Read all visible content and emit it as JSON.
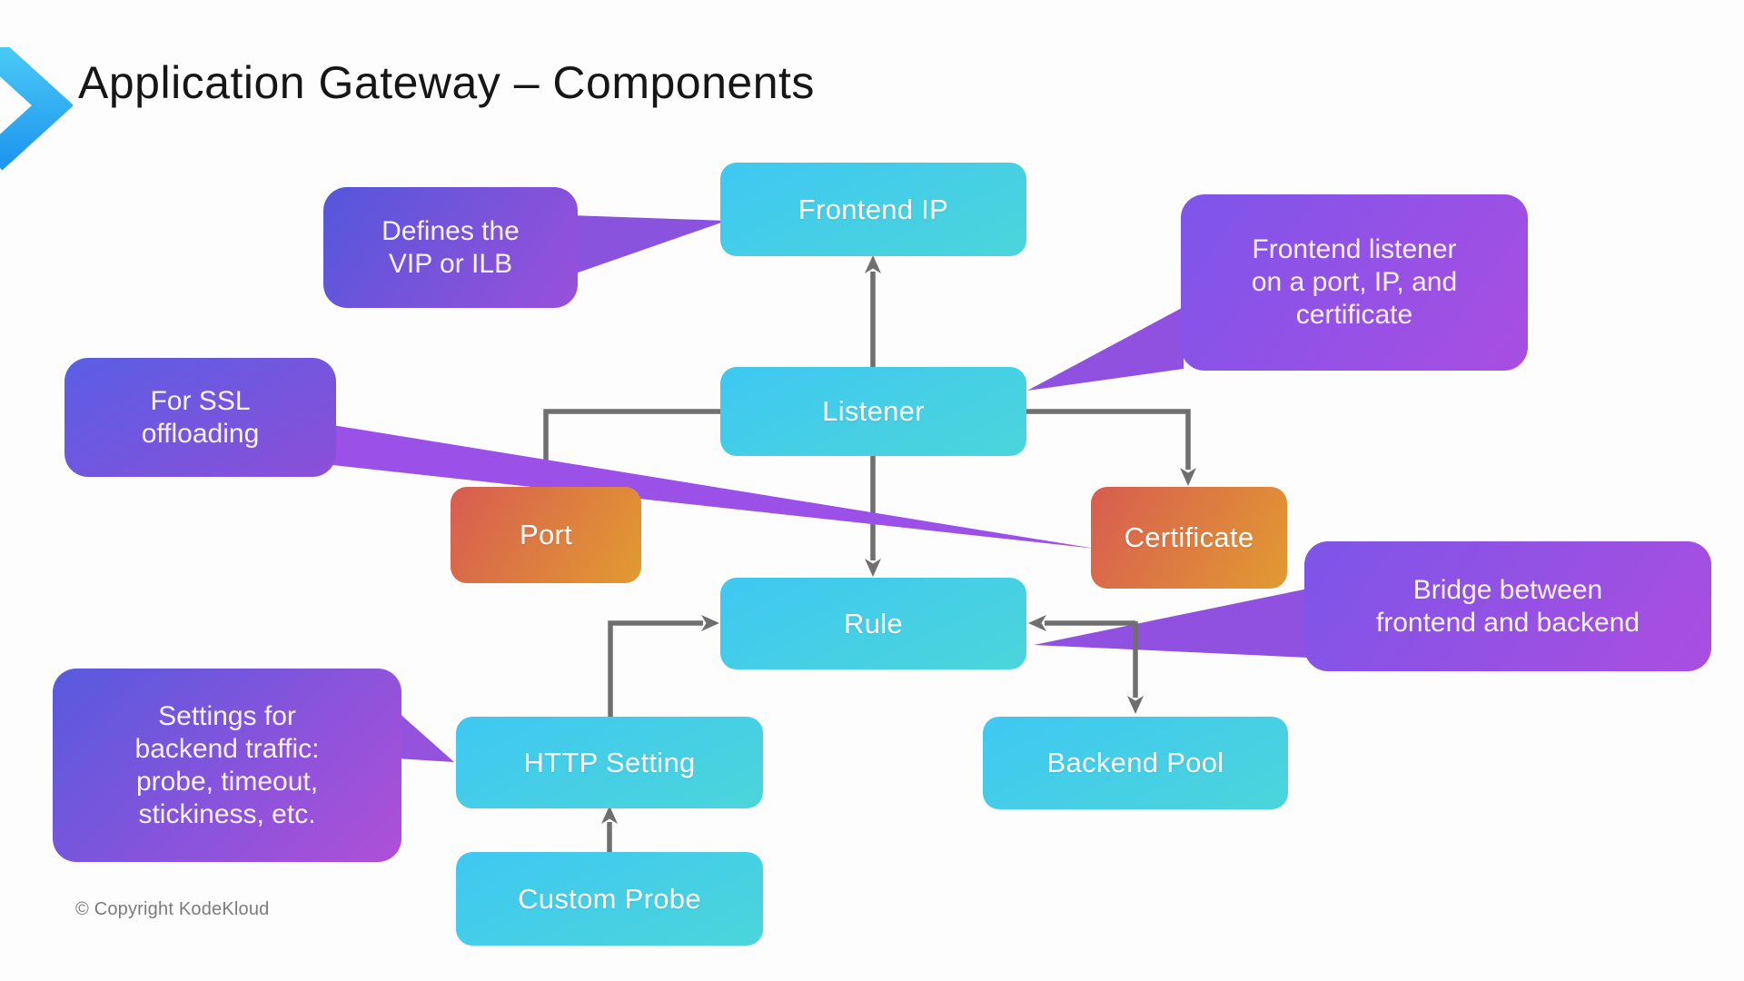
{
  "slide": {
    "title": "Application Gateway – Components",
    "copyright": "© Copyright KodeKloud"
  },
  "nodes": {
    "frontend_ip": {
      "label": "Frontend IP"
    },
    "listener": {
      "label": "Listener"
    },
    "rule": {
      "label": "Rule"
    },
    "port": {
      "label": "Port"
    },
    "certificate": {
      "label": "Certificate"
    },
    "http_setting": {
      "label": "HTTP Setting"
    },
    "custom_probe": {
      "label": "Custom Probe"
    },
    "backend_pool": {
      "label": "Backend Pool"
    }
  },
  "callouts": {
    "frontend_ip_note": {
      "text": "Defines the\nVIP or ILB"
    },
    "listener_note": {
      "text": "Frontend listener\non a port, IP, and\ncertificate"
    },
    "ssl_note": {
      "text": "For SSL\noffloading"
    },
    "rule_note": {
      "text": "Bridge between\nfrontend and backend"
    },
    "http_setting_note": {
      "text": "Settings for\nbackend traffic:\nprobe, timeout,\nstickiness, etc."
    }
  },
  "colors": {
    "node_cyan_start": "#3fc8f2",
    "node_cyan_end": "#4bd5da",
    "node_orange_start": "#d75c51",
    "node_orange_end": "#e29b31",
    "callout_purple_start": "#5457db",
    "callout_purple_end": "#a94ee2",
    "callout_tail": "#9050e0",
    "connector_gray": "#6f6f6f",
    "chevron_top": "#48c9f5",
    "chevron_bottom": "#1f97ef"
  }
}
